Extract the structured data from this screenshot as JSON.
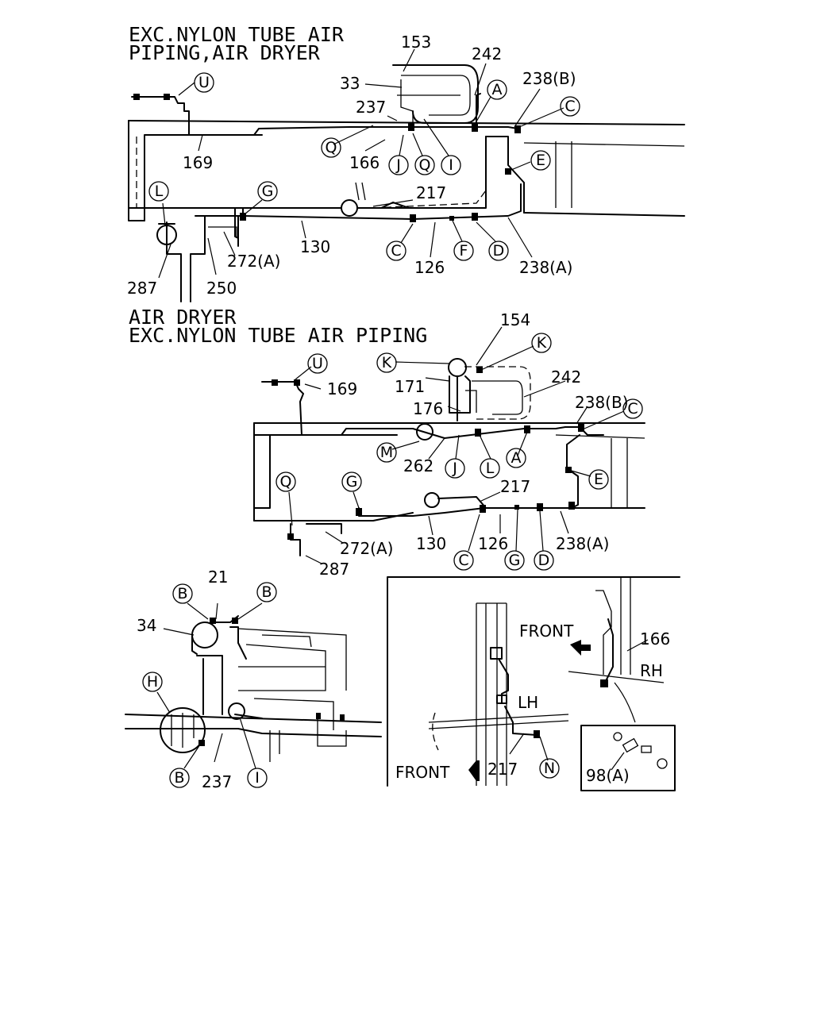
{
  "headings": {
    "top_line1": "EXC.NYLON TUBE AIR",
    "top_line2": "PIPING,AIR DRYER",
    "mid_line1": "AIR DRYER",
    "mid_line2": "EXC.NYLON TUBE AIR PIPING"
  },
  "top_view": {
    "numbers": [
      "153",
      "242",
      "33",
      "238(B)",
      "237",
      "169",
      "166",
      "217",
      "130",
      "272(A)",
      "250",
      "287",
      "126",
      "238(A)"
    ],
    "letters": [
      "U",
      "A",
      "C",
      "Q",
      "J",
      "Q",
      "I",
      "E",
      "L",
      "G",
      "C",
      "F",
      "D"
    ]
  },
  "mid_view": {
    "numbers": [
      "154",
      "242",
      "171",
      "169",
      "176",
      "238(B)",
      "262",
      "217",
      "130",
      "126",
      "238(A)",
      "272(A)",
      "287"
    ],
    "letters": [
      "K",
      "K",
      "U",
      "M",
      "J",
      "L",
      "A",
      "C",
      "E",
      "Q",
      "G",
      "C",
      "G",
      "D"
    ]
  },
  "bottom_left": {
    "numbers": [
      "21",
      "34",
      "237"
    ],
    "letters": [
      "B",
      "B",
      "H",
      "B",
      "I"
    ]
  },
  "inset": {
    "front_upper": "FRONT",
    "front_lower": "FRONT",
    "lh": "LH",
    "rh": "RH",
    "numbers": [
      "166",
      "217",
      "98(A)"
    ],
    "letters": [
      "N"
    ]
  }
}
